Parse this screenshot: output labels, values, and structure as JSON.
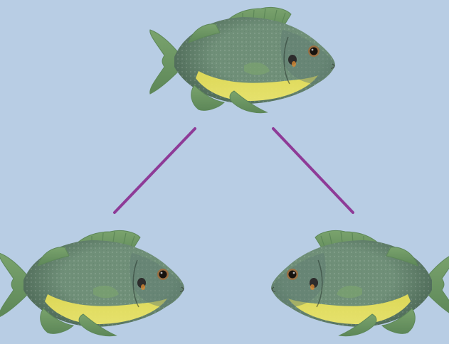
{
  "colors": {
    "background": "#b8cde4",
    "connector": "#8e3b97",
    "fish_body": "#6f8f78",
    "fish_back": "#4e6a58",
    "fish_belly": "#e7df55",
    "fish_fin": "#7aa36d",
    "fish_fin_edge": "#5d8758",
    "fish_head": "#5d7a70",
    "eye": "#17130f",
    "eye_ring": "#9a6f42",
    "gill_spot": "#2d2c2c",
    "gill_orange": "#d88a35"
  },
  "diagram": {
    "nodes": [
      {
        "id": "parent",
        "image": "fish-icon",
        "facing": "right"
      },
      {
        "id": "offspring-left",
        "image": "fish-icon",
        "facing": "right"
      },
      {
        "id": "offspring-right",
        "image": "fish-icon",
        "facing": "left"
      }
    ],
    "edges": [
      {
        "from": "parent",
        "to": "offspring-left"
      },
      {
        "from": "parent",
        "to": "offspring-right"
      }
    ]
  }
}
